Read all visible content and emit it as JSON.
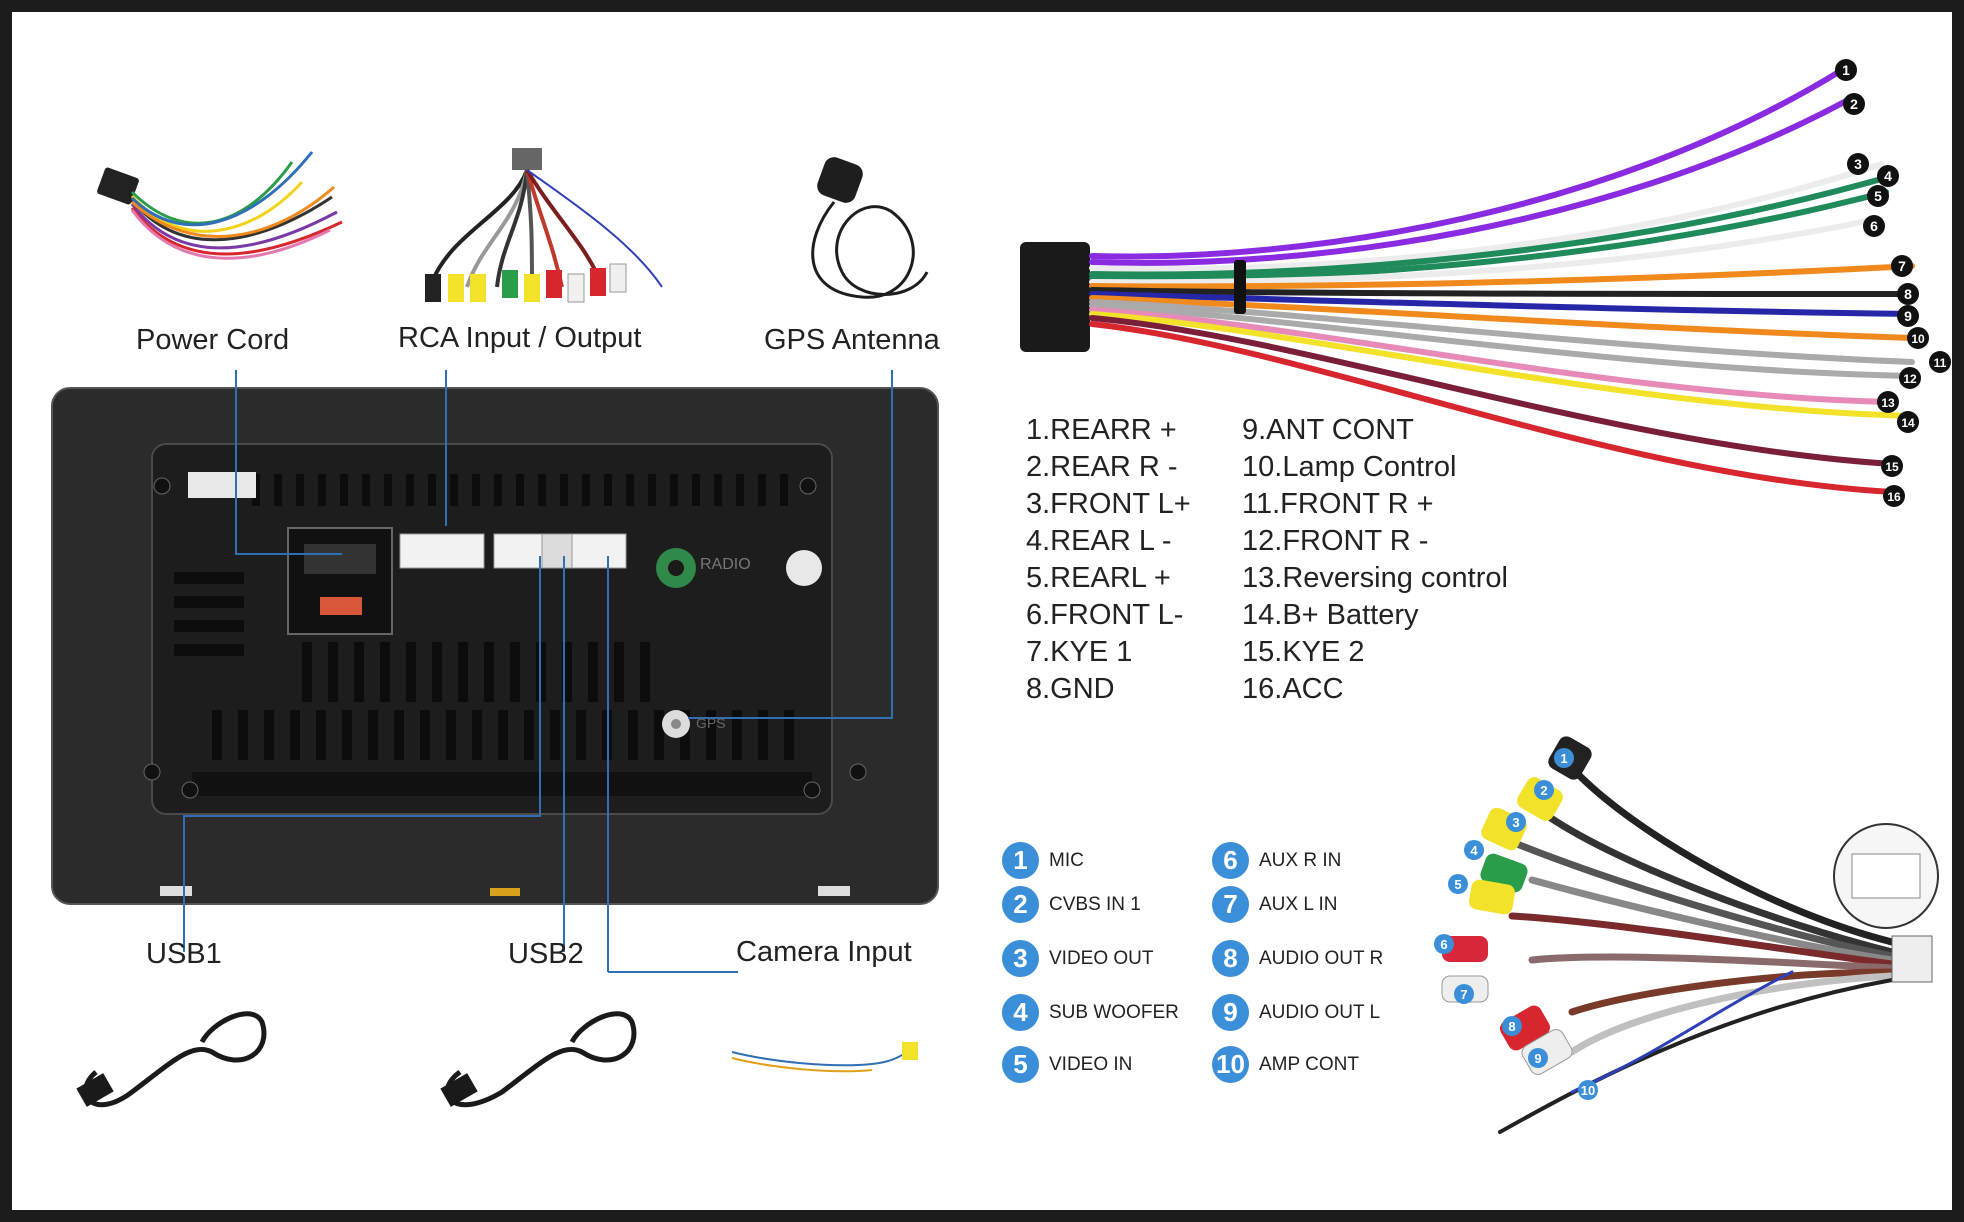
{
  "labels": {
    "power_cord": "Power Cord",
    "rca_io": "RCA Input / Output",
    "gps_antenna": "GPS Antenna",
    "usb1": "USB1",
    "usb2": "USB2",
    "camera_input": "Camera Input",
    "radio": "RADIO",
    "gps": "GPS"
  },
  "power_pins_left": [
    "1.REARR +",
    "2.REAR R -",
    "3.FRONT L+",
    "4.REAR L -",
    "5.REARL +",
    "6.FRONT L-",
    "7.KYE 1",
    "8.GND"
  ],
  "power_pins_right": [
    "9.ANT CONT",
    "10.Lamp Control",
    "11.FRONT R +",
    "12.FRONT R -",
    "13.Reversing control",
    "14.B+ Battery",
    "15.KYE 2",
    "16.ACC"
  ],
  "rca_left": [
    {
      "num": "1",
      "label": "MIC"
    },
    {
      "num": "2",
      "label": "CVBS IN 1"
    },
    {
      "num": "3",
      "label": "VIDEO OUT"
    },
    {
      "num": "4",
      "label": "SUB WOOFER"
    },
    {
      "num": "5",
      "label": "VIDEO IN"
    }
  ],
  "rca_right": [
    {
      "num": "6",
      "label": "AUX R IN"
    },
    {
      "num": "7",
      "label": "AUX L IN"
    },
    {
      "num": "8",
      "label": "AUDIO OUT R"
    },
    {
      "num": "9",
      "label": "AUDIO OUT L"
    },
    {
      "num": "10",
      "label": "AMP CONT"
    }
  ],
  "harness_tags": [
    "1",
    "2",
    "3",
    "4",
    "5",
    "6",
    "7",
    "8",
    "9",
    "10",
    "11",
    "12",
    "13",
    "14",
    "15",
    "16"
  ],
  "rca_tags": [
    "1",
    "2",
    "3",
    "4",
    "5",
    "6",
    "7",
    "8",
    "9",
    "10"
  ],
  "colors": {
    "accent_blue": "#3b8fd8",
    "line_blue": "#2f6fb5",
    "unit_body": "#2b2b2b",
    "wire_purple": "#8a2be2",
    "wire_green": "#1f8a5a",
    "wire_orange": "#f08a1c",
    "wire_red": "#d8262e",
    "wire_yellow": "#f2e22a"
  }
}
